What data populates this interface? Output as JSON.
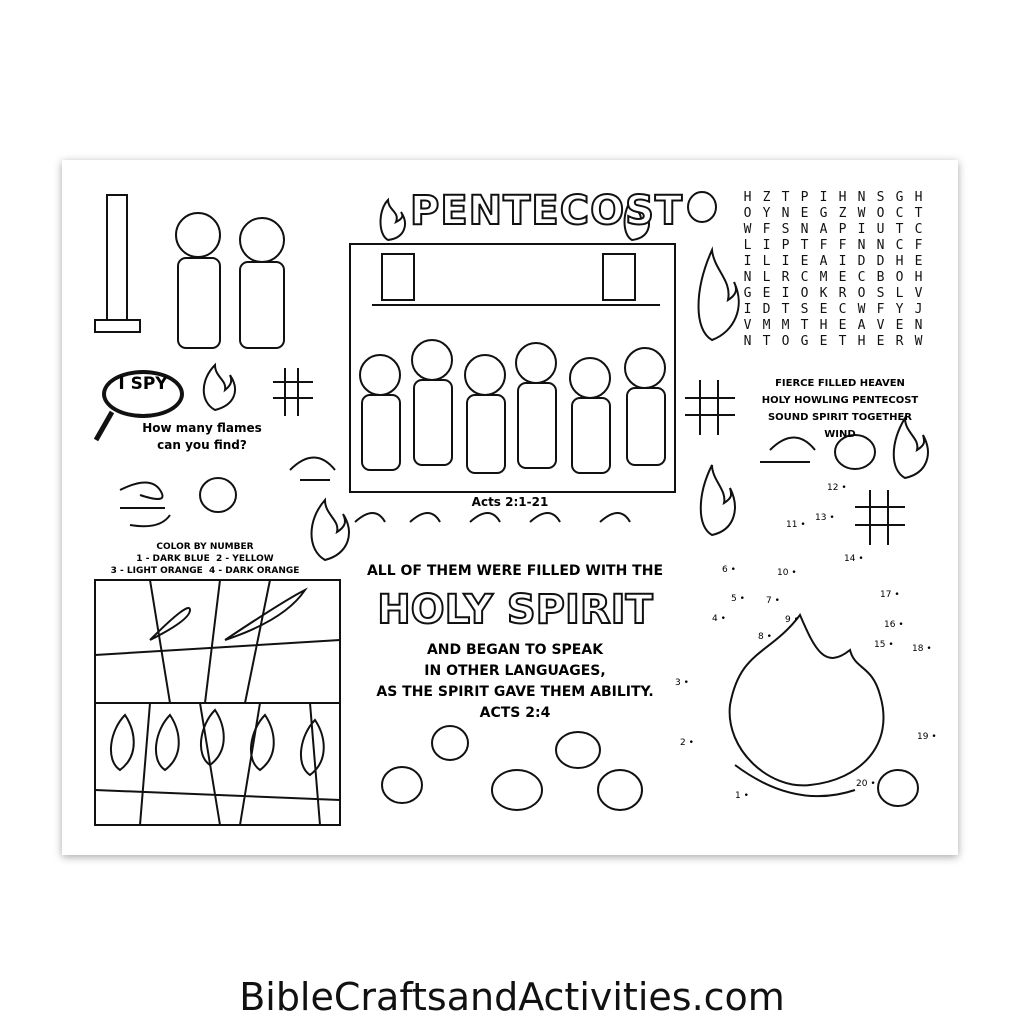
{
  "title": "PENTECOST",
  "scene_reference": "Acts 2:1-21",
  "ispy": {
    "label": "I SPY",
    "question": "How many flames can you find?"
  },
  "word_search": {
    "grid": [
      "HZTPIHNSGH",
      "OYNEGZWOCT",
      "WFSNAPIUTC",
      "LIPTFFNNCF",
      "ILIEAIDDHE",
      "NLRCMECBOH",
      "GEIOKROSLV",
      "IDTSECWFYJ",
      "VMMTHEAVEN",
      "NTOGETHERW"
    ],
    "word_lines": [
      "FIERCE FILLED HEAVEN",
      "HOLY HOWLING PENTECOST",
      "SOUND SPIRIT TOGETHER",
      "WIND"
    ]
  },
  "color_by_number": {
    "heading": "COLOR BY NUMBER",
    "line1": "1 - DARK BLUE  2 - YELLOW",
    "line2": "3 - LIGHT ORANGE  4 - DARK ORANGE"
  },
  "verse": {
    "line1": "ALL OF THEM WERE FILLED WITH THE",
    "highlight": "HOLY SPIRIT",
    "line2": "AND BEGAN TO SPEAK",
    "line3": "IN OTHER LANGUAGES,",
    "line4": "AS THE SPIRIT GAVE THEM ABILITY.",
    "reference": "ACTS 2:4"
  },
  "dot_to_dot": [
    "1",
    "2",
    "3",
    "4",
    "5",
    "6",
    "7",
    "8",
    "9",
    "10",
    "11",
    "12",
    "13",
    "14",
    "15",
    "16",
    "17",
    "18",
    "19",
    "20"
  ],
  "footer": "BibleCraftsandActivities.com"
}
